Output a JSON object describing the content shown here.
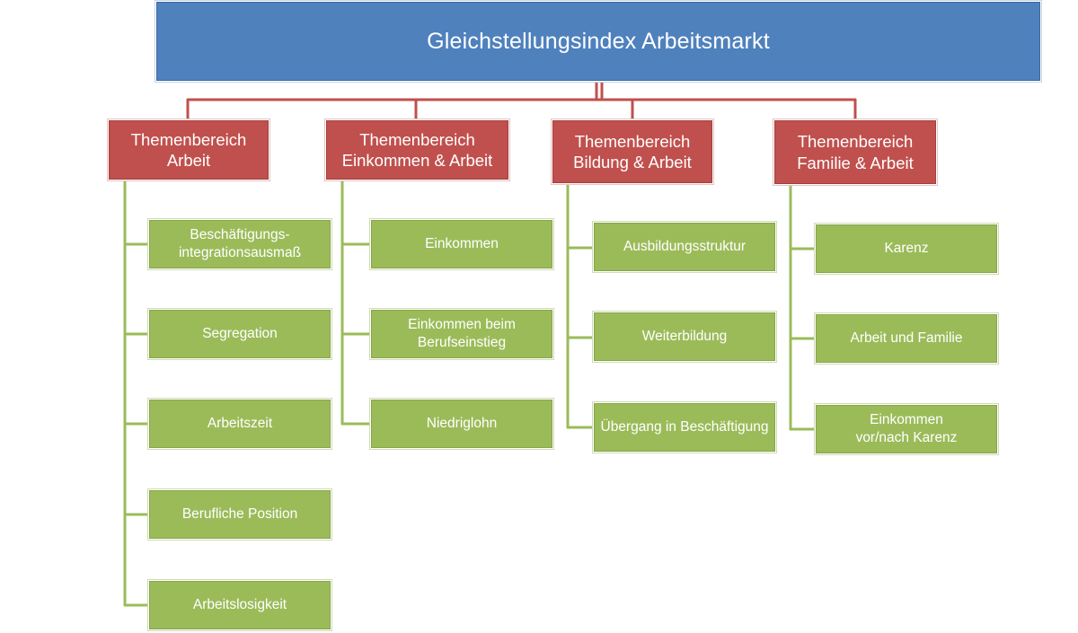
{
  "root": {
    "title": "Gleichstellungsindex Arbeitsmarkt"
  },
  "categories": [
    {
      "label": "Themenbereich\nArbeit"
    },
    {
      "label": "Themenbereich\nEinkommen & Arbeit"
    },
    {
      "label": "Themenbereich\nBildung & Arbeit"
    },
    {
      "label": "Themenbereich\nFamilie & Arbeit"
    }
  ],
  "items": {
    "arbeit": [
      "Beschäftigungs-\nintegrationsausmaß",
      "Segregation",
      "Arbeitszeit",
      "Berufliche Position",
      "Arbeitslosigkeit"
    ],
    "einkommen": [
      "Einkommen",
      "Einkommen beim\nBerufseinstieg",
      "Niedriglohn"
    ],
    "bildung": [
      "Ausbildungsstruktur",
      "Weiterbildung",
      "Übergang in Beschäftigung"
    ],
    "familie": [
      "Karenz",
      "Arbeit und Familie",
      "Einkommen\nvor/nach  Karenz"
    ]
  },
  "colors": {
    "root_fill": "#4f81bd",
    "category_fill": "#c0504d",
    "item_fill": "#9bbb59",
    "connector_red": "#c0504d",
    "connector_green": "#9bbb59"
  }
}
